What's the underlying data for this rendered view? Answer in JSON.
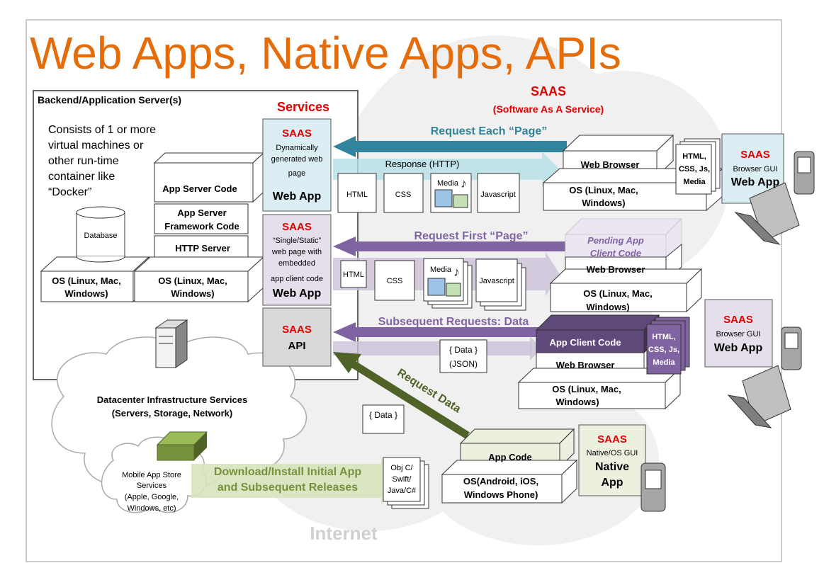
{
  "title": "Web Apps, Native Apps, APIs",
  "backend": {
    "header": "Backend/Application Server(s)",
    "description": [
      "Consists of 1 or more",
      "virtual machines or",
      "other run-time",
      "container like",
      "“Docker”"
    ],
    "database": "Database",
    "app_server_code": "App Server Code",
    "framework": [
      "App Server",
      "Framework Code"
    ],
    "http_server": "HTTP Server",
    "os_left": [
      "OS (Linux, Mac,",
      "Windows)"
    ],
    "os_right": [
      "OS (Linux, Mac,",
      "Windows)"
    ]
  },
  "services_label": "Services",
  "saas_top": [
    "SAAS",
    "(Software As A Service)"
  ],
  "service_boxes": {
    "webapp": {
      "saas": "SAAS",
      "desc": [
        "Dynamically",
        "generated web",
        "page"
      ],
      "name": "Web App"
    },
    "spa": {
      "saas": "SAAS",
      "desc": [
        "“Single/Static”",
        "web page with",
        "embedded",
        "app client code"
      ],
      "name": "Web App"
    },
    "api": {
      "saas": "SAAS",
      "name": "API"
    }
  },
  "row1": {
    "request": "Request Each “Page”",
    "response": "Response (HTTP)",
    "docs": [
      "HTML",
      "CSS",
      "Media",
      "Javascript"
    ],
    "browser": "Web Browser",
    "os": [
      "OS (Linux, Mac,",
      "Windows)"
    ],
    "stack": [
      "HTML,",
      "CSS, Js,",
      "Media"
    ],
    "gui": {
      "saas": "SAAS",
      "sub": "Browser GUI",
      "name": "Web App"
    }
  },
  "row2": {
    "request": "Request First “Page”",
    "docs": [
      "HTML",
      "CSS",
      "Media",
      "Javascript"
    ],
    "pending": [
      "Pending App",
      "Client Code"
    ],
    "browser": "Web Browser",
    "os": [
      "OS (Linux, Mac,",
      "Windows)"
    ]
  },
  "row3": {
    "request": "Subsequent Requests: Data",
    "data": [
      "{ Data }",
      "(JSON)"
    ],
    "client": "App Client Code",
    "browser": "Web Browser",
    "os": [
      "OS (Linux, Mac,",
      "Windows)"
    ],
    "stack": [
      "HTML,",
      "CSS, Js,",
      "Media"
    ],
    "gui": {
      "saas": "SAAS",
      "sub": "Browser GUI",
      "name": "Web App"
    }
  },
  "row4": {
    "request": "Request Data",
    "data": "{ Data }",
    "app_code": "App Code",
    "os": [
      "OS(Android, iOS,",
      "Windows Phone)"
    ],
    "gui": {
      "saas": "SAAS",
      "sub": "Native/OS GUI",
      "name": [
        "Native",
        "App"
      ]
    }
  },
  "datacenter": [
    "Datacenter Infrastructure Services",
    "(Servers, Storage, Network)"
  ],
  "store": [
    "Mobile App Store",
    "Services",
    "(Apple, Google,",
    "Windows, etc)"
  ],
  "download": [
    "Download/Install Initial App",
    "and Subsequent Releases"
  ],
  "source": [
    "Obj C/",
    "Swift/",
    "Java/C#"
  ],
  "internet": "Internet",
  "colors": {
    "title": "#e46c0a",
    "saas_red": "#e00000",
    "teal": "#31849b",
    "purple": "#8064a2",
    "dark_purple": "#5f497a",
    "green": "#4f6228",
    "light_green": "#76923c"
  }
}
